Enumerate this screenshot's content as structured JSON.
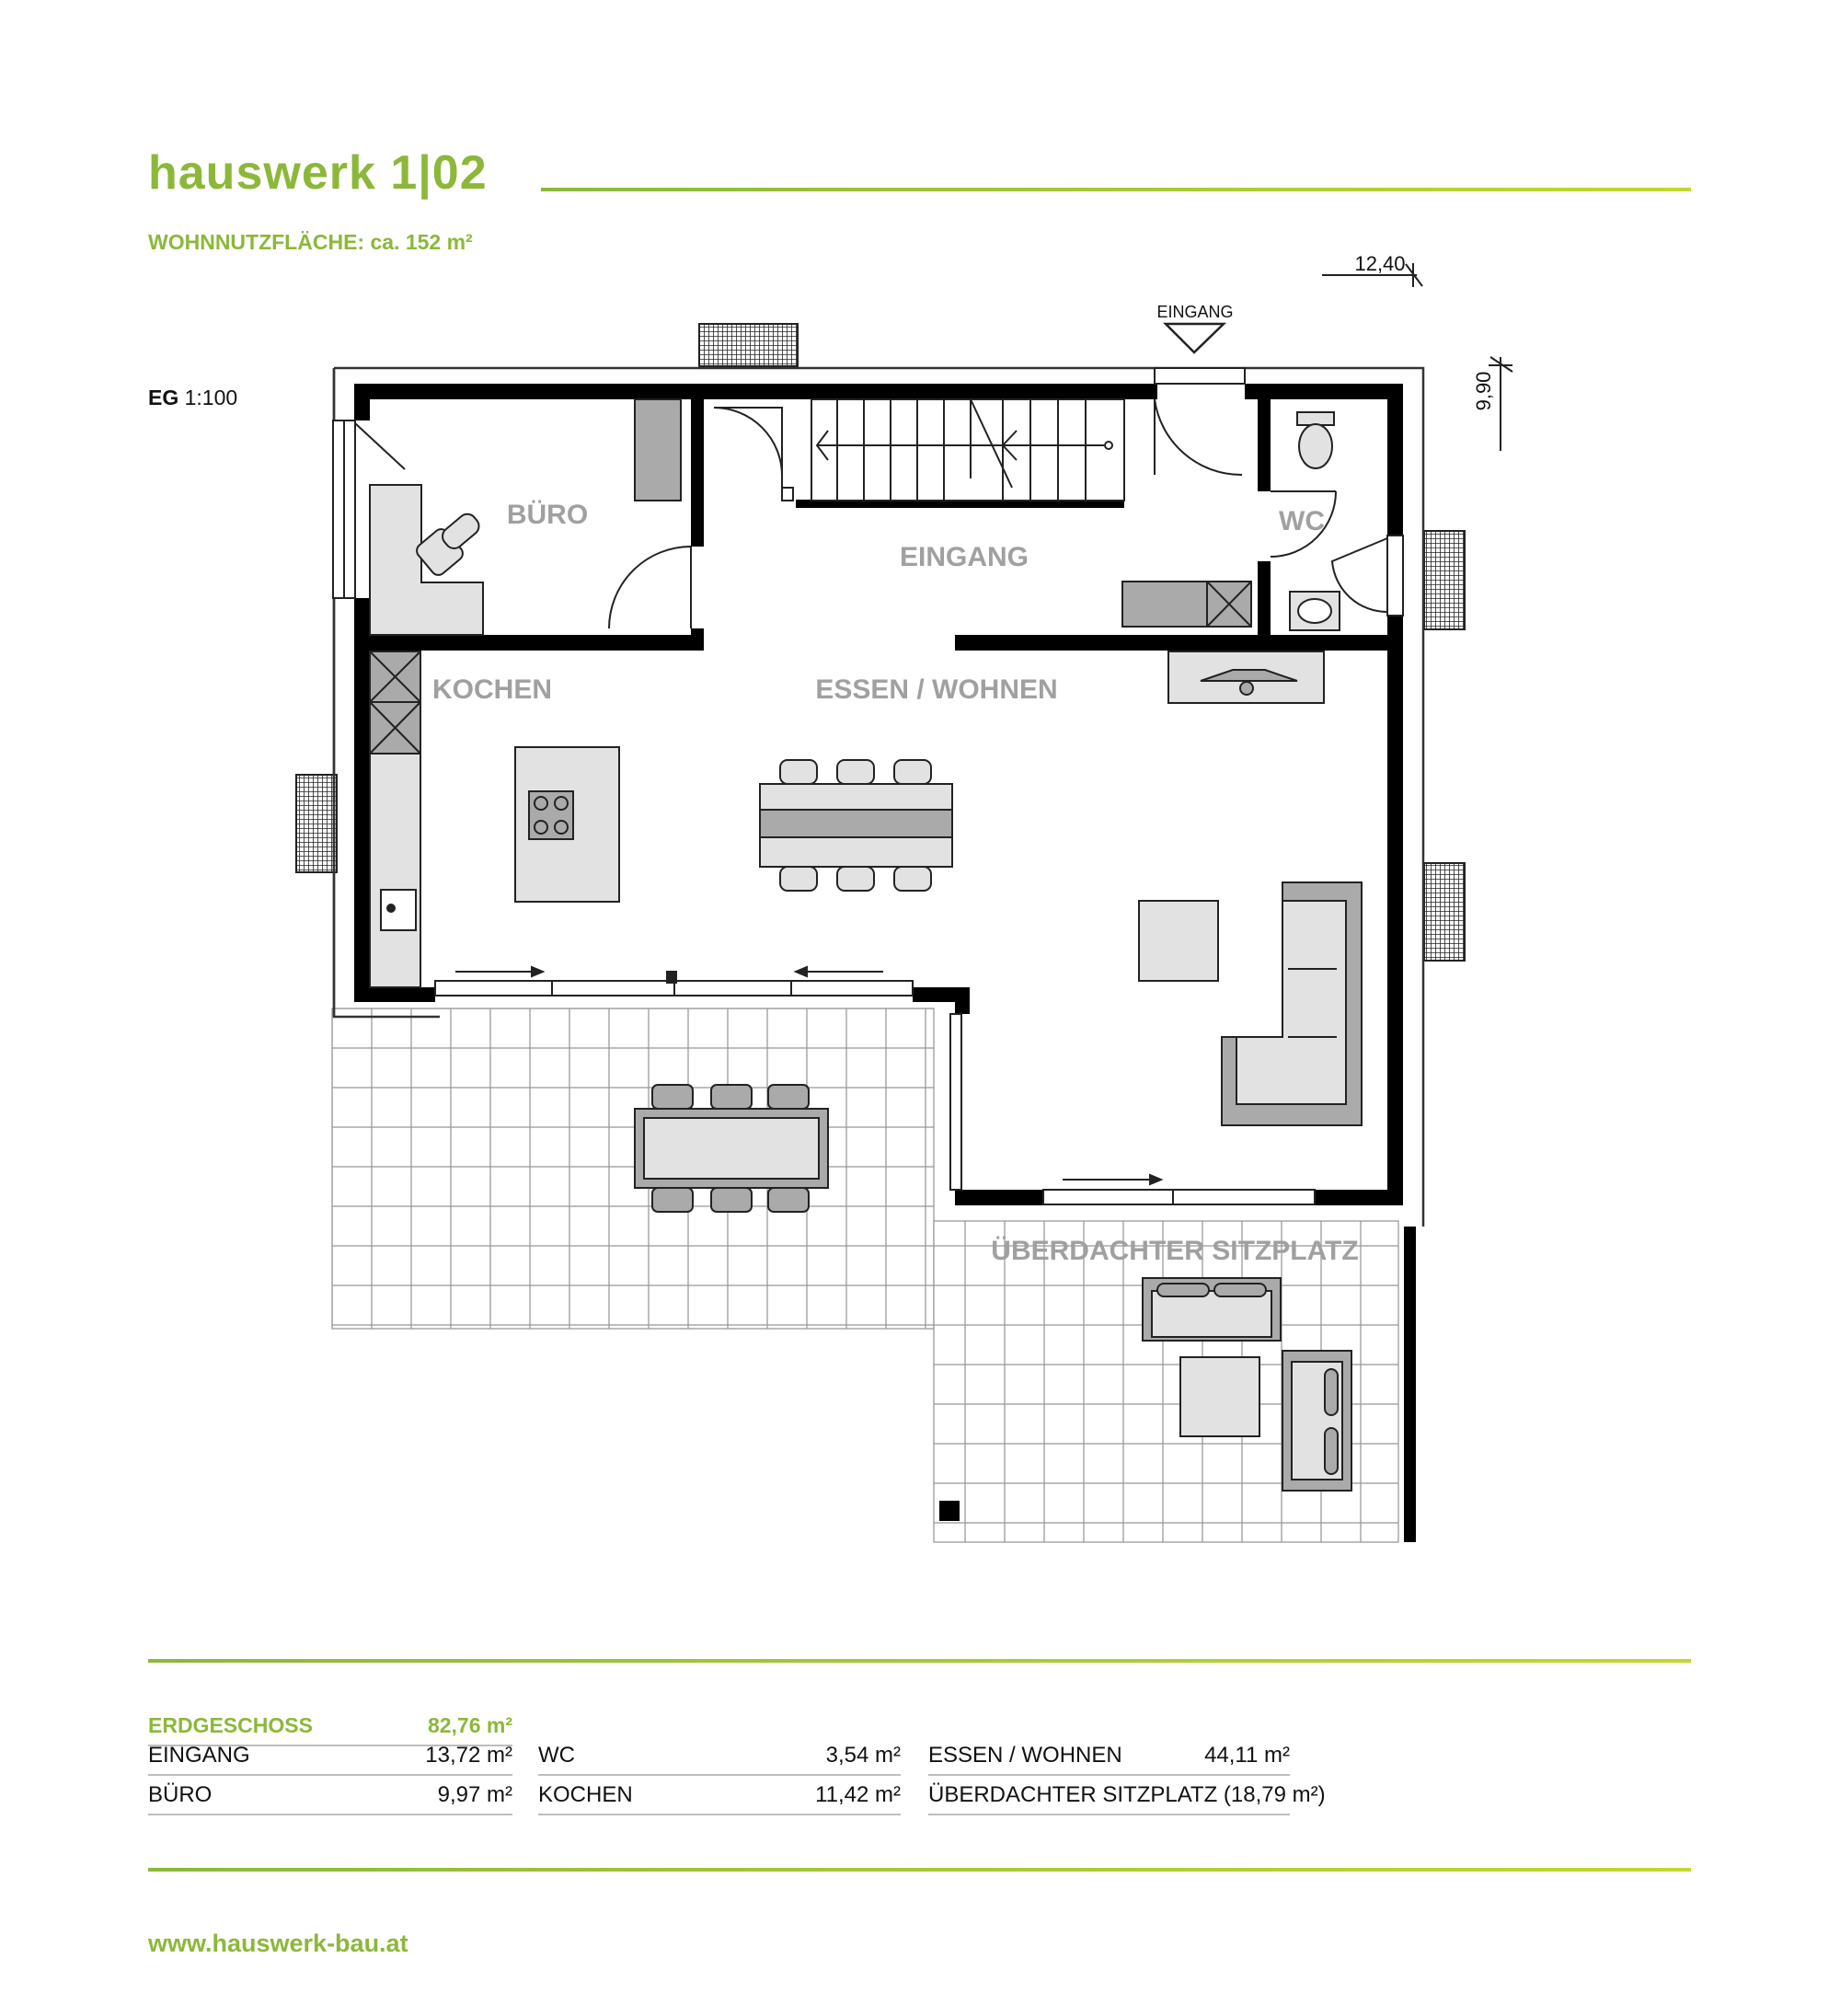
{
  "header": {
    "title": "hauswerk 1|02",
    "subtitle": "WOHNNUTZFLÄCHE: ca. 152 m²",
    "scale_prefix": "EG",
    "scale_value": "1:100"
  },
  "plan": {
    "dimension_width": "12,40",
    "dimension_depth": "9,90",
    "entrance_marker": "EINGANG",
    "room_labels": {
      "buero": "BÜRO",
      "eingang": "EINGANG",
      "wc": "WC",
      "kochen": "KOCHEN",
      "essen_wohnen": "ESSEN / WOHNEN",
      "sitzplatz": "ÜBERDACHTER SITZPLATZ"
    }
  },
  "areas": {
    "total": {
      "label": "ERDGESCHOSS",
      "value": "82,76 m²"
    },
    "rows": [
      {
        "label": "EINGANG",
        "value": "13,72 m²"
      },
      {
        "label": "BÜRO",
        "value": "9,97 m²"
      },
      {
        "label": "WC",
        "value": "3,54 m²"
      },
      {
        "label": "KOCHEN",
        "value": "11,42 m²"
      },
      {
        "label": "ESSEN / WOHNEN",
        "value": "44,11 m²"
      },
      {
        "label": "ÜBERDACHTER SITZPLATZ (18,79 m²)",
        "value": ""
      }
    ]
  },
  "footer": {
    "url": "www.hauswerk-bau.at"
  }
}
